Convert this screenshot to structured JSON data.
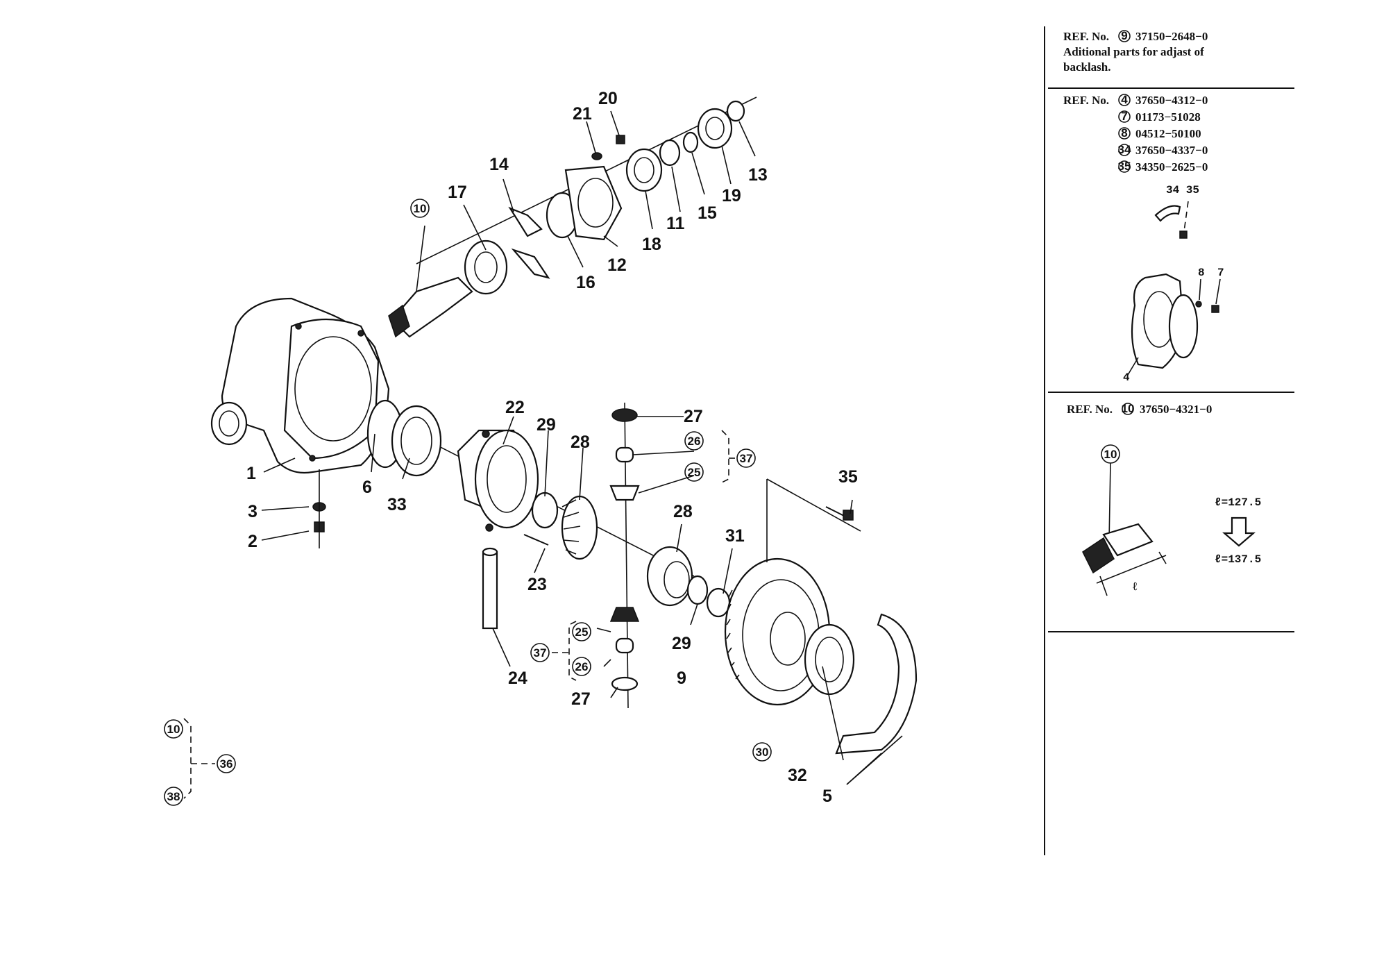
{
  "labels": {
    "n1": "1",
    "n2": "2",
    "n3": "3",
    "n5": "5",
    "n6": "6",
    "n9": "9",
    "n10": "10",
    "n11": "11",
    "n12": "12",
    "n13": "13",
    "n14": "14",
    "n15": "15",
    "n16": "16",
    "n17": "17",
    "n18": "18",
    "n19": "19",
    "n20": "20",
    "n21": "21",
    "n22": "22",
    "n23": "23",
    "n24": "24",
    "n25a": "25",
    "n25b": "25",
    "n26a": "26",
    "n26b": "26",
    "n27a": "27",
    "n27b": "27",
    "n28a": "28",
    "n28b": "28",
    "n29a": "29",
    "n29b": "29",
    "n30": "30",
    "n31": "31",
    "n32": "32",
    "n33": "33",
    "n35": "35",
    "n36": "36",
    "n37a": "37",
    "n37b": "37",
    "n38": "38",
    "n10b": "10"
  },
  "panel": {
    "ref1": {
      "prefix": "REF. No.",
      "circ": "9",
      "part": "37150−2648−0",
      "line2": "Aditional parts for adjast of",
      "line3": "backlash."
    },
    "ref2": {
      "prefix": "REF. No.",
      "rows": [
        {
          "circ": "4",
          "part": "37650−4312−0"
        },
        {
          "circ": "7",
          "part": "01173−51028"
        },
        {
          "circ": "8",
          "part": "04512−50100"
        },
        {
          "circ": "34",
          "part": "37650−4337−0"
        },
        {
          "circ": "35",
          "part": "34350−2625−0"
        }
      ],
      "mini_a": "34 35",
      "mini_b": "8",
      "mini_c": "7",
      "mini_d": "4"
    },
    "ref3": {
      "prefix": "REF. No.",
      "circ": "10",
      "part": "37650−4321−0",
      "callout": "10",
      "len_before": "ℓ=127.5",
      "len_after": "ℓ=137.5",
      "len_sym": "ℓ"
    }
  }
}
